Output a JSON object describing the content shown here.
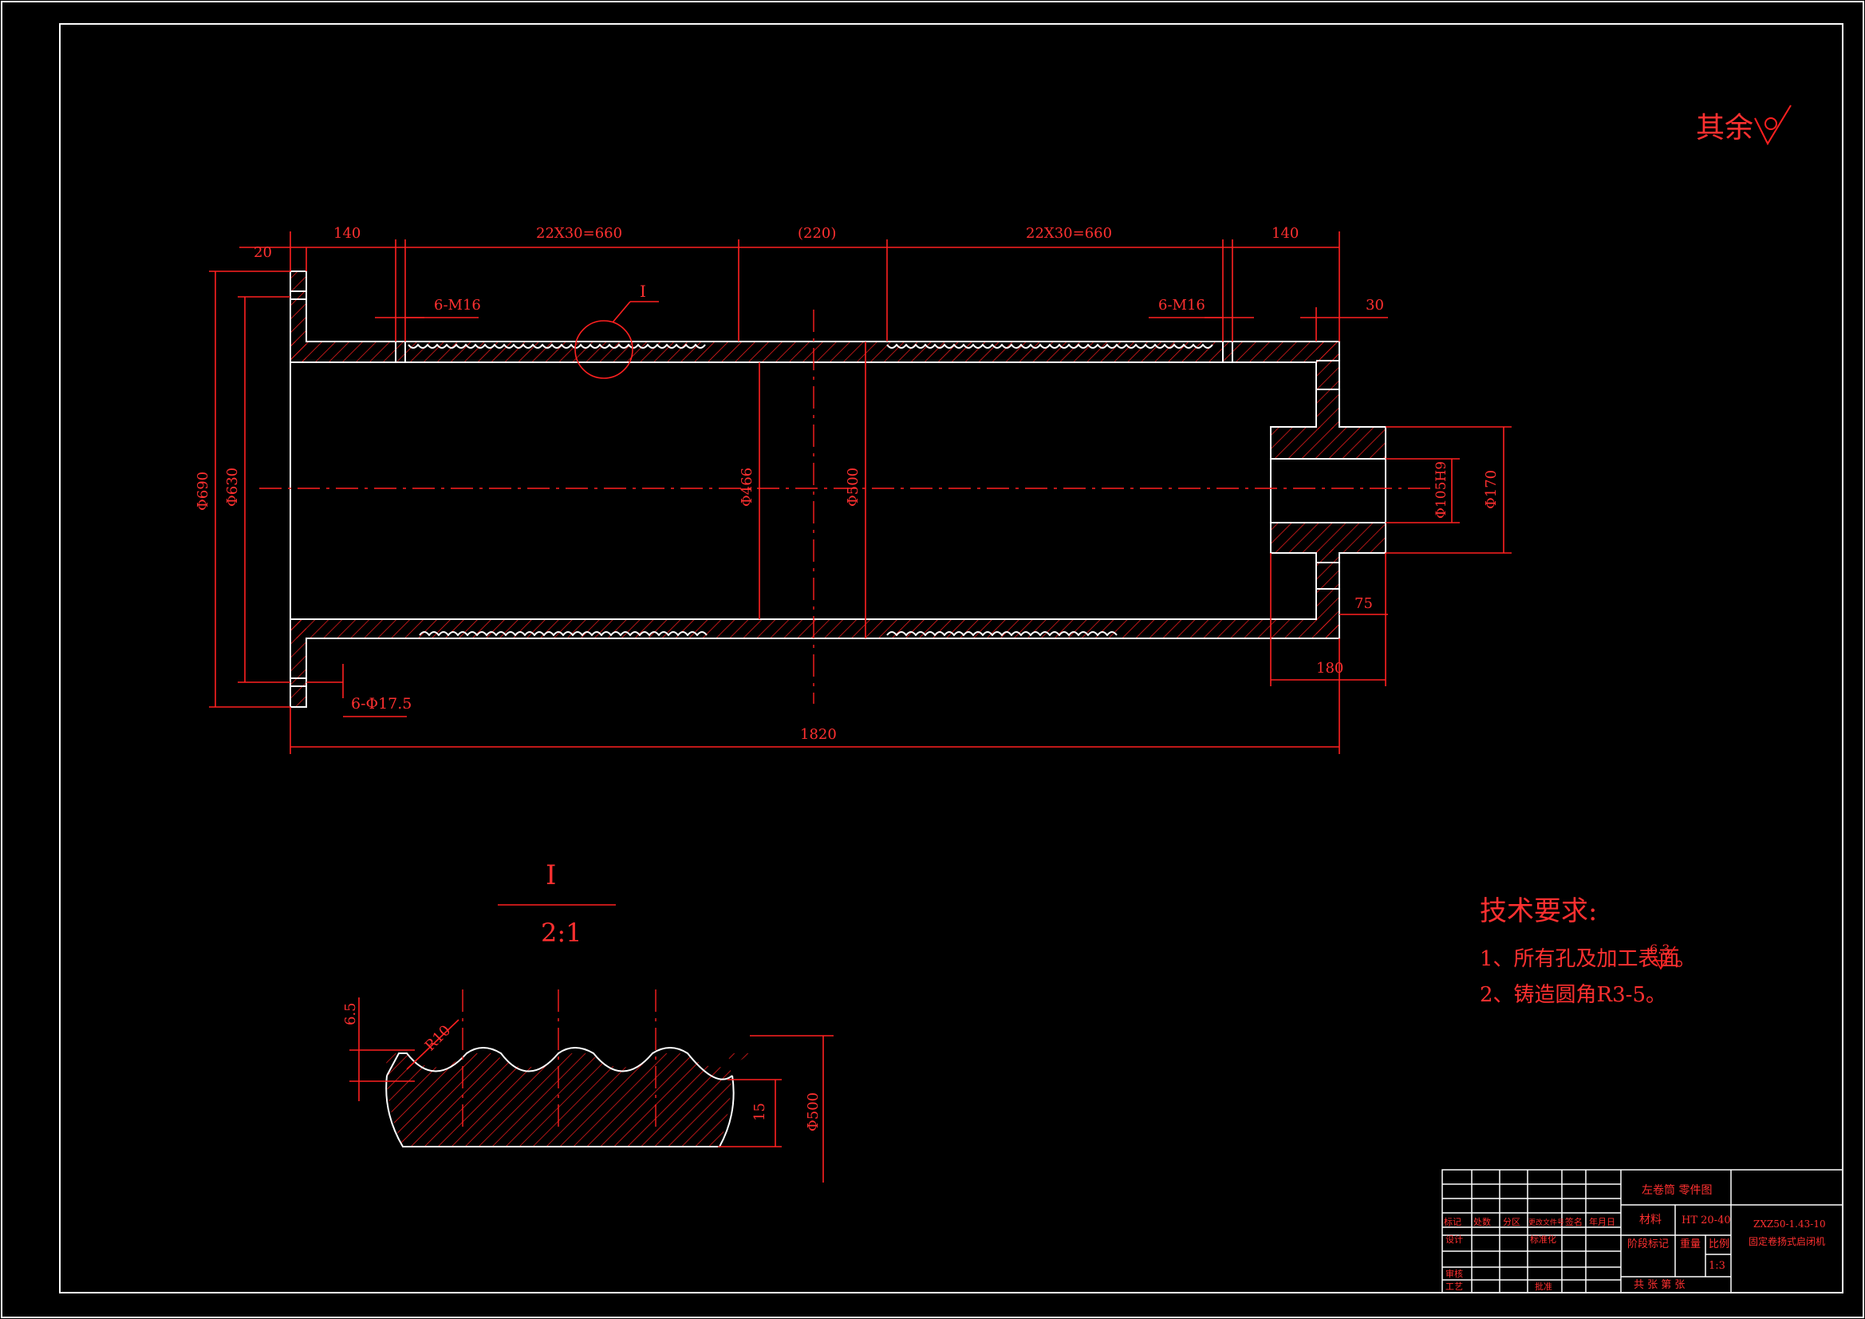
{
  "dimensions": {
    "d20": "20",
    "d140_left": "140",
    "d22x30_left": "22X30=660",
    "d220": "(220)",
    "d22x30_right": "22X30=660",
    "d140_right": "140",
    "d6m16_left": "6-M16",
    "d6m16_right": "6-M16",
    "d30": "30",
    "d75": "75",
    "d180": "180",
    "d1820": "1820",
    "phi690": "Φ690",
    "phi630": "Φ630",
    "phi466": "Φ466",
    "phi500": "Φ500",
    "phi105h9": "Φ105H9",
    "phi170": "Φ170",
    "holes": "6-Φ17.5",
    "detail_mark": "I"
  },
  "surface_note": {
    "label": "其余"
  },
  "detail": {
    "title": "I",
    "scale": "2:1",
    "d65": "6.5",
    "r10": "R10",
    "d15": "15",
    "phi500": "Φ500"
  },
  "tech_req": {
    "title": "技术要求:",
    "item1_prefix": "1、所有孔及加工表面",
    "item1_roughness": "6.3",
    "item1_suffix": "。",
    "item2": "2、铸造圆角R3-5。"
  },
  "title_block": {
    "drawing_type": "左卷筒  零件图",
    "material_label": "材料",
    "material_value": "HT 20-40",
    "stage_label": "阶段标记",
    "weight_label": "重量",
    "scale_label": "比例",
    "scale_value": "1:3",
    "sheets_label": "共    张    第    张",
    "drawing_no": "ZXZ50-1.43-10",
    "product_name": "固定卷扬式启闭机",
    "rev_headers": [
      "标记",
      "处数",
      "分区",
      "更改文件号",
      "签名",
      "年月日"
    ],
    "design": "设计",
    "standard": "标准化",
    "review": "审核",
    "process": "工艺",
    "approve": "批准"
  }
}
